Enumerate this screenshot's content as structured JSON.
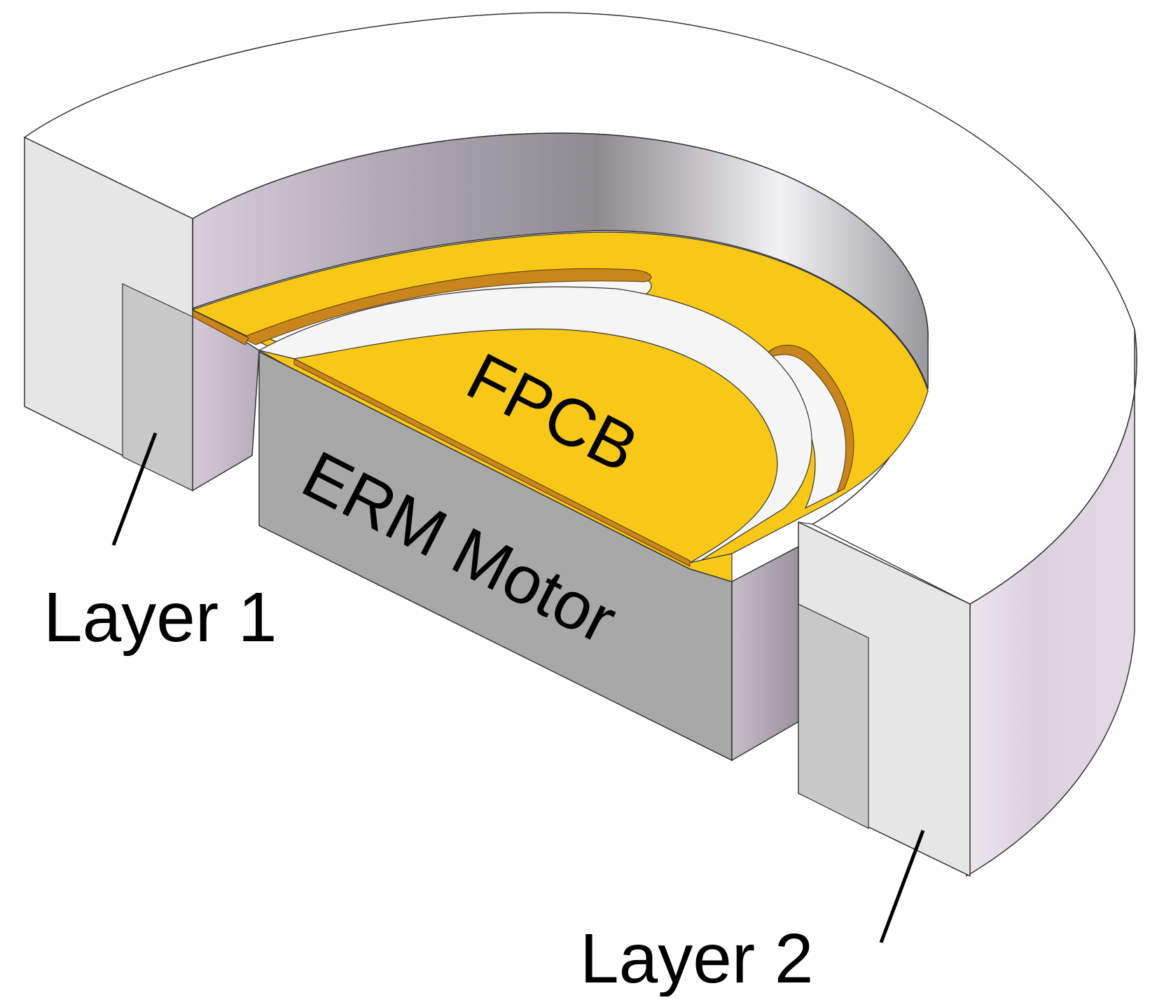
{
  "labels": {
    "fpcb": "FPCB",
    "motor": "ERM Motor",
    "layer1": "Layer 1",
    "layer2": "Layer 2"
  },
  "colors": {
    "fpcb_yellow": "#f8c818",
    "copper_edge": "#c8861c",
    "motor_front": "#a8a8a8",
    "layer_face": "#e6e6e6",
    "layer_inner_face": "#c8c8c8",
    "top_surface": "#ffffff",
    "outer_wall": "#ddd2e0",
    "inner_wall_dark": "#8c8890",
    "inner_wall_light": "#efeef0",
    "outline": "#333333"
  }
}
